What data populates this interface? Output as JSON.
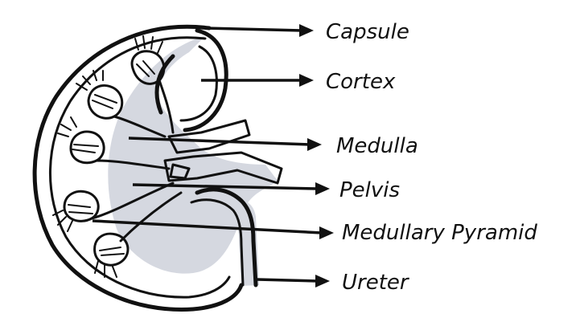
{
  "labels": {
    "capsule": "Capsule",
    "cortex": "Cortex",
    "medulla": "Medulla",
    "pelvis": "Pelvis",
    "medullary_pyramid": "Medullary Pyramid",
    "ureter": "Ureter"
  },
  "colors": {
    "ink": "#111111",
    "medulla_fill": "#d5d8e0",
    "background": "#ffffff"
  }
}
